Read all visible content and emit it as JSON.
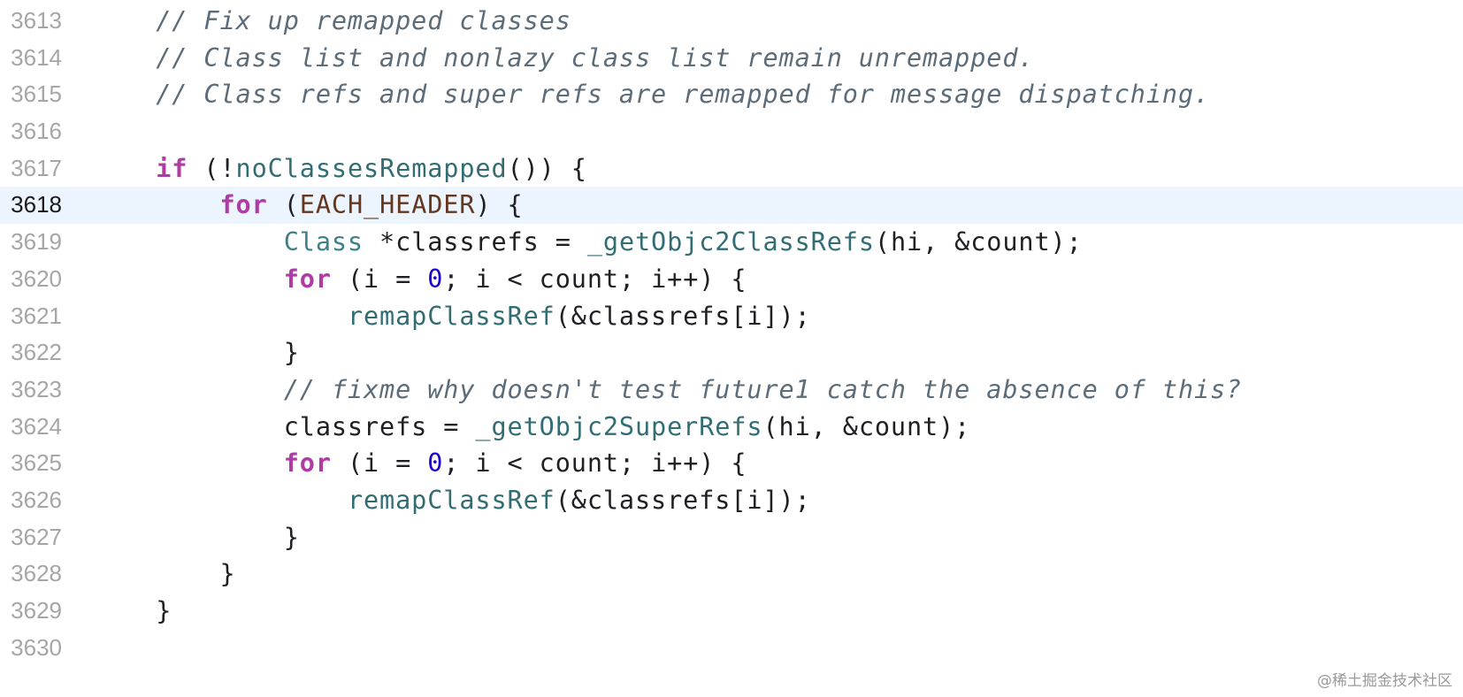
{
  "editor": {
    "current_line": 3618,
    "lines": [
      {
        "number": "3613",
        "tokens": [
          [
            "comment",
            "    // Fix up remapped classes"
          ]
        ]
      },
      {
        "number": "3614",
        "tokens": [
          [
            "comment",
            "    // Class list and nonlazy class list remain unremapped."
          ]
        ]
      },
      {
        "number": "3615",
        "tokens": [
          [
            "comment",
            "    // Class refs and super refs are remapped for message dispatching."
          ]
        ]
      },
      {
        "number": "3616",
        "tokens": []
      },
      {
        "number": "3617",
        "tokens": [
          [
            "plain",
            "    "
          ],
          [
            "keyword",
            "if"
          ],
          [
            "plain",
            " (!"
          ],
          [
            "func",
            "noClassesRemapped"
          ],
          [
            "plain",
            "()) {"
          ]
        ]
      },
      {
        "number": "3618",
        "tokens": [
          [
            "plain",
            "        "
          ],
          [
            "keyword",
            "for"
          ],
          [
            "plain",
            " ("
          ],
          [
            "macro",
            "EACH_HEADER"
          ],
          [
            "plain",
            ") {"
          ]
        ]
      },
      {
        "number": "3619",
        "tokens": [
          [
            "plain",
            "            "
          ],
          [
            "type",
            "Class"
          ],
          [
            "plain",
            " *classrefs = "
          ],
          [
            "func",
            "_getObjc2ClassRefs"
          ],
          [
            "plain",
            "(hi, &count);"
          ]
        ]
      },
      {
        "number": "3620",
        "tokens": [
          [
            "plain",
            "            "
          ],
          [
            "keyword",
            "for"
          ],
          [
            "plain",
            " (i = "
          ],
          [
            "number",
            "0"
          ],
          [
            "plain",
            "; i < count; i++) {"
          ]
        ]
      },
      {
        "number": "3621",
        "tokens": [
          [
            "plain",
            "                "
          ],
          [
            "func",
            "remapClassRef"
          ],
          [
            "plain",
            "(&classrefs[i]);"
          ]
        ]
      },
      {
        "number": "3622",
        "tokens": [
          [
            "plain",
            "            }"
          ]
        ]
      },
      {
        "number": "3623",
        "tokens": [
          [
            "plain",
            "            "
          ],
          [
            "comment",
            "// fixme why doesn't test future1 catch the absence of this?"
          ]
        ]
      },
      {
        "number": "3624",
        "tokens": [
          [
            "plain",
            "            classrefs = "
          ],
          [
            "func",
            "_getObjc2SuperRefs"
          ],
          [
            "plain",
            "(hi, &count);"
          ]
        ]
      },
      {
        "number": "3625",
        "tokens": [
          [
            "plain",
            "            "
          ],
          [
            "keyword",
            "for"
          ],
          [
            "plain",
            " (i = "
          ],
          [
            "number",
            "0"
          ],
          [
            "plain",
            "; i < count; i++) {"
          ]
        ]
      },
      {
        "number": "3626",
        "tokens": [
          [
            "plain",
            "                "
          ],
          [
            "func",
            "remapClassRef"
          ],
          [
            "plain",
            "(&classrefs[i]);"
          ]
        ]
      },
      {
        "number": "3627",
        "tokens": [
          [
            "plain",
            "            }"
          ]
        ]
      },
      {
        "number": "3628",
        "tokens": [
          [
            "plain",
            "        }"
          ]
        ]
      },
      {
        "number": "3629",
        "tokens": [
          [
            "plain",
            "    }"
          ]
        ]
      },
      {
        "number": "3630",
        "tokens": []
      }
    ]
  },
  "watermark": "@稀土掘金技术社区",
  "colors": {
    "keyword": "#ad3da4",
    "comment": "#5d6c79",
    "type": "#3e8087",
    "func": "#326d74",
    "macro": "#643820",
    "number": "#1c00cf",
    "highlight": "#ecf4fe"
  }
}
